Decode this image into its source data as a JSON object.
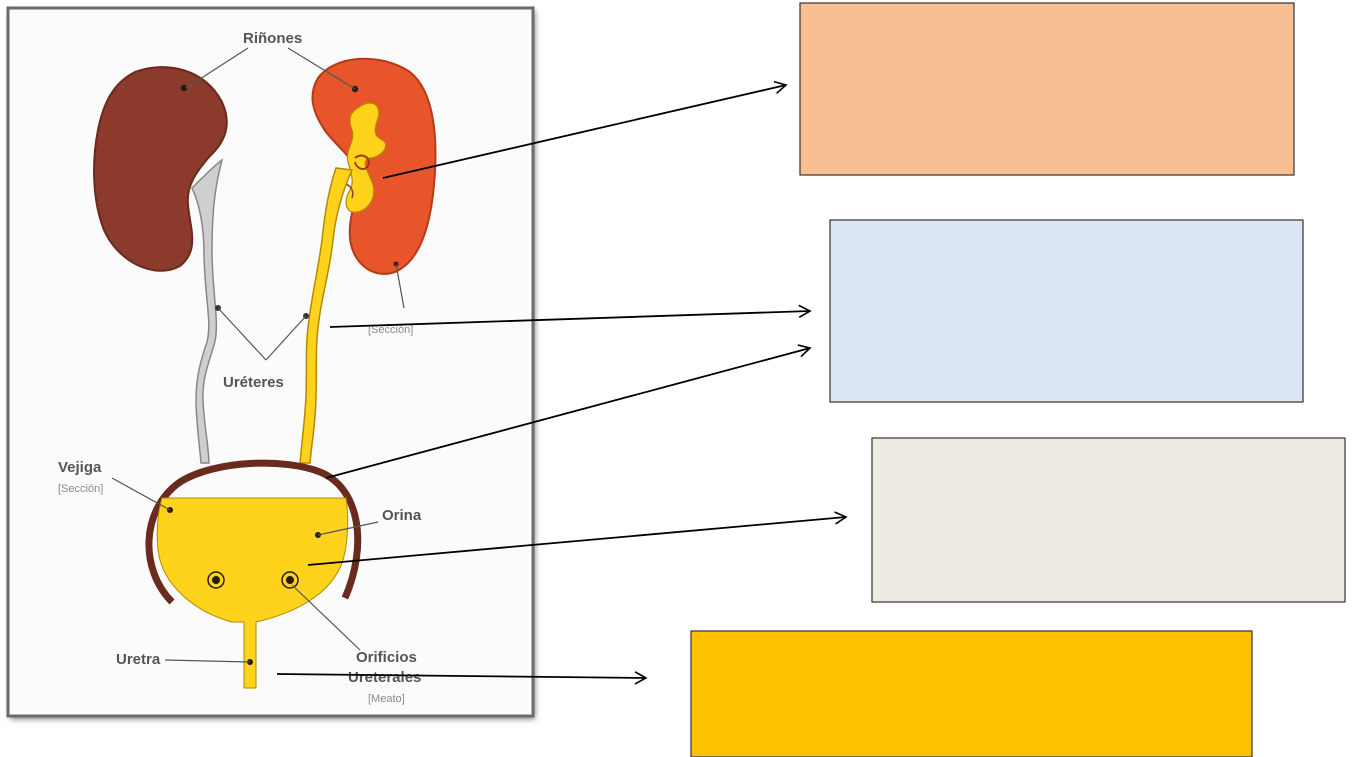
{
  "diagram": {
    "labels": {
      "kidneys": "Riñones",
      "section_kidney": "[Sección]",
      "ureters": "Uréteres",
      "bladder": "Vejiga",
      "section_bladder": "[Sección]",
      "urine": "Orina",
      "urethra": "Uretra",
      "orifices_1": "Orificios",
      "orifices_2": "Ureterales",
      "meatus": "[Meato]"
    }
  },
  "answer_boxes": [
    {
      "color": "#F8BF92",
      "text": ""
    },
    {
      "color": "#DCE6F2",
      "text": ""
    },
    {
      "color": "#EEEBE2",
      "text": ""
    },
    {
      "color": "#FFC000",
      "text": ""
    }
  ]
}
